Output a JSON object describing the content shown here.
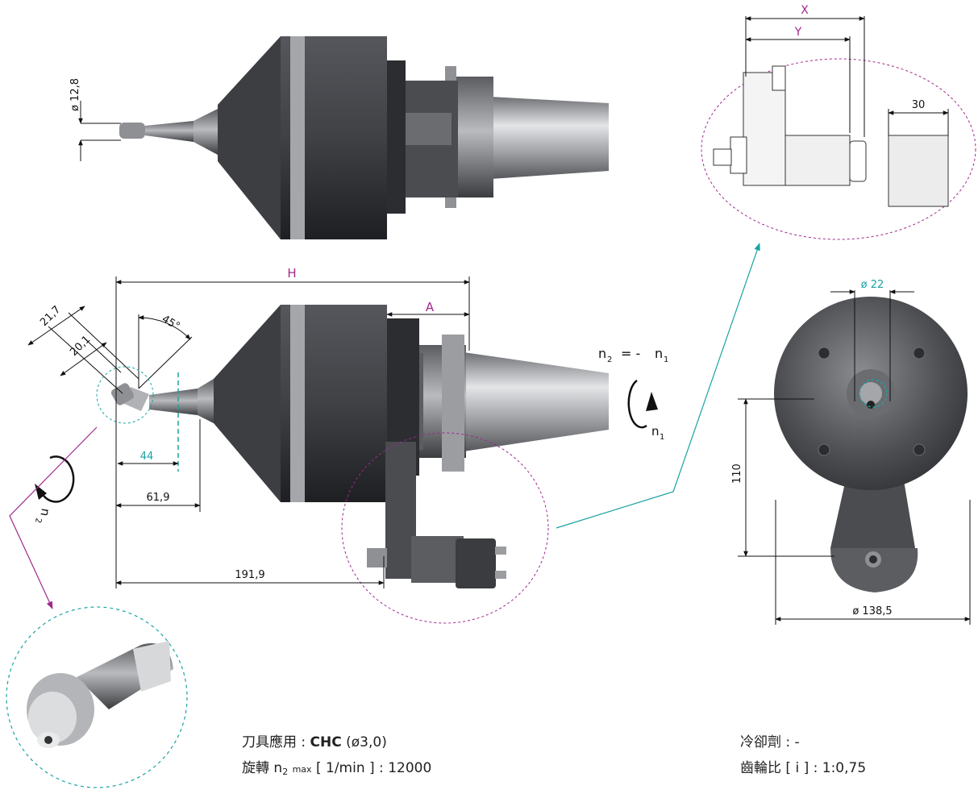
{
  "colors": {
    "magenta": "#a0288c",
    "teal": "#1aa3a3",
    "dimension": "#111111",
    "metal_dark": "#3a3c40",
    "metal_light": "#c9cbce"
  },
  "dimensions": {
    "d_12_8": "ø 12,8",
    "X": "X",
    "Y": "Y",
    "d_30": "30",
    "H": "H",
    "A": "A",
    "angle_45": "45°",
    "d_21_7": "21,7",
    "d_20_1": "20,1",
    "d_44": "44",
    "d_61_9": "61,9",
    "d_191_9": "191,9",
    "d_22": "ø 22",
    "d_110": "110",
    "d_138_5": "ø 138,5"
  },
  "rotation": {
    "n2": "n",
    "n2_sub": "2",
    "eq": "=  -",
    "n1": "n",
    "n1_sub": "1",
    "n1_label": "n",
    "n1_label_sub": "1",
    "n2_label": "n",
    "n2_label_sub": "2"
  },
  "specs": {
    "application_label": "刀具應用 :",
    "application_value": "CHC",
    "application_extra": "(ø3,0)",
    "speed_label": "旋轉",
    "speed_n": "n",
    "speed_sub": "2",
    "speed_max": "max",
    "speed_unit": "[ 1/min ] :",
    "speed_value": "12000",
    "coolant_label": "冷卻劑 :",
    "coolant_value": "-",
    "gear_label": "齒輪比 [ i ] :",
    "gear_value": "1:0,75"
  }
}
